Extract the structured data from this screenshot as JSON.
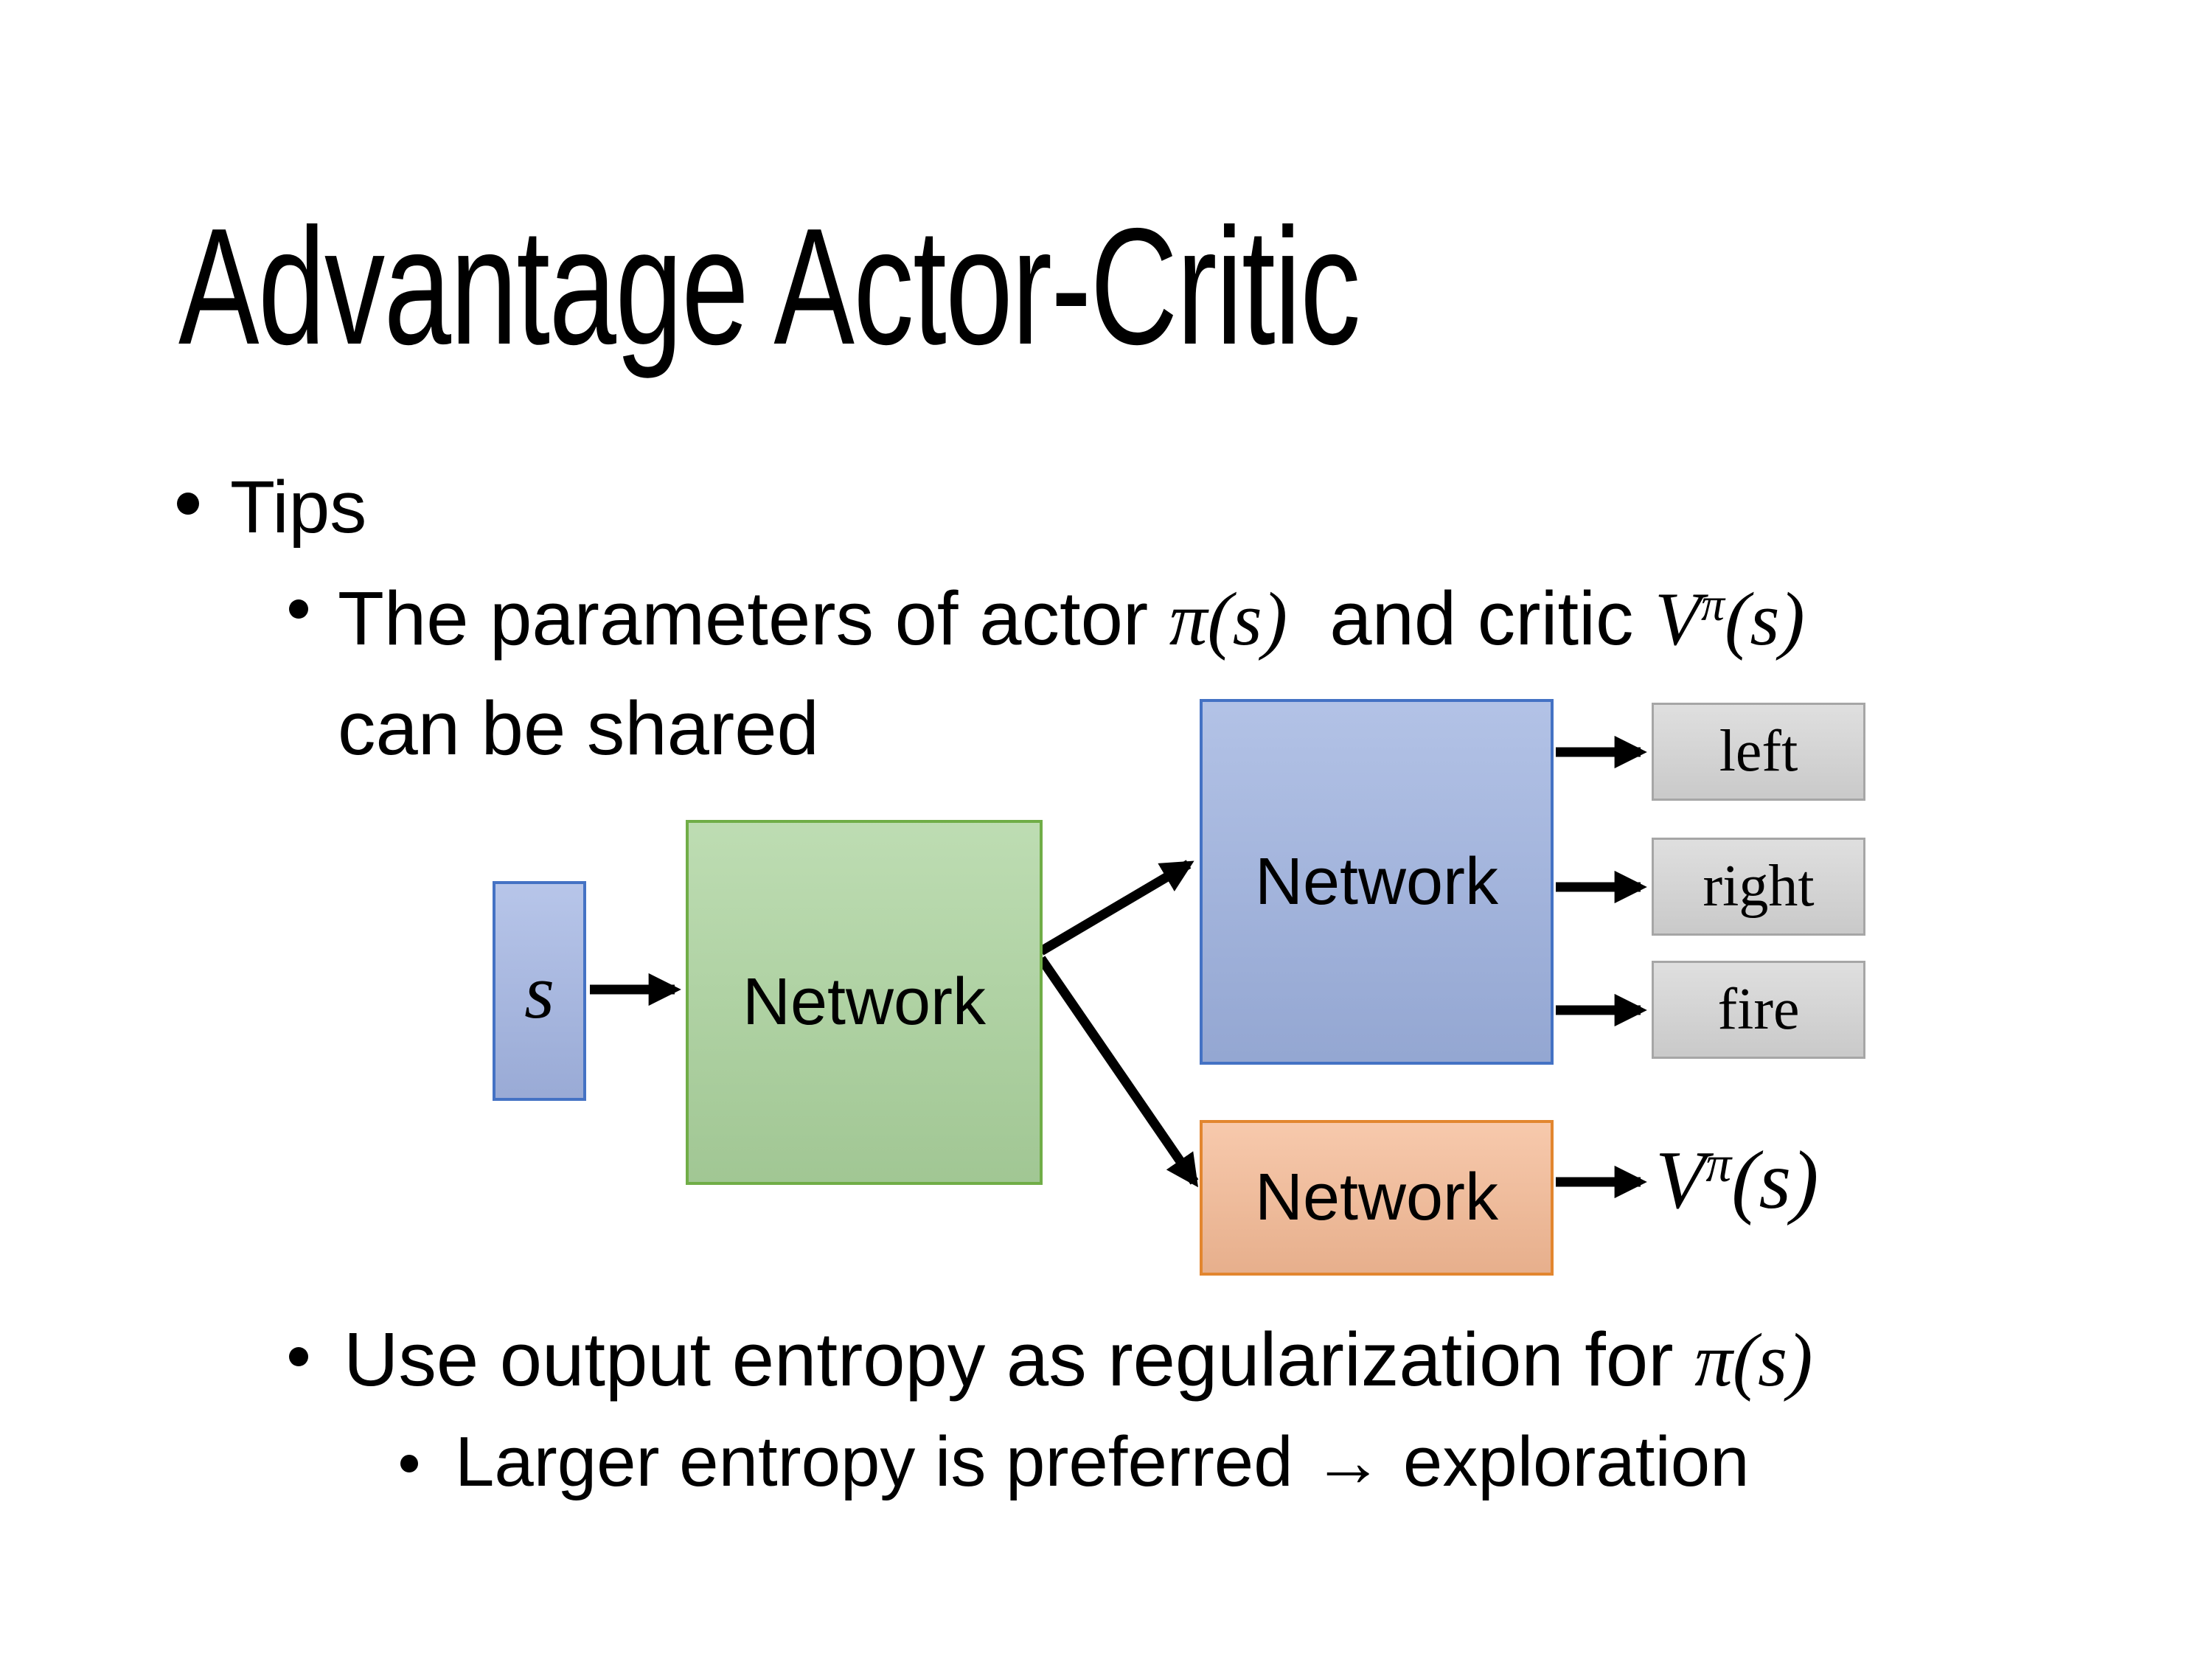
{
  "slide": {
    "title": "Advantage Actor-Critic",
    "tips_label": "Tips",
    "item_shared": {
      "pre": "The parameters of actor ",
      "actor_math": "π(s)",
      "mid": "  and critic ",
      "critic_base": "V",
      "critic_sup": "π",
      "critic_arg": "(s)",
      "line2": "can be shared"
    },
    "item_entropy": {
      "pre": "Use output entropy as regularization for ",
      "math": "π(s)"
    },
    "item_exploration": "Larger entropy is preferred → exploration"
  },
  "diagram": {
    "input_label": "s",
    "shared_network_label": "Network",
    "actor_network_label": "Network",
    "critic_network_label": "Network",
    "actions": [
      "left",
      "right",
      "fire"
    ],
    "critic_output": {
      "base": "V",
      "sup": "π",
      "arg": "(s)"
    },
    "colors": {
      "input_fill": "#A3B5E3",
      "input_border": "#4472C4",
      "shared_fill": "#ABD39D",
      "shared_border": "#70AD47",
      "actor_fill": "#9DB1DF",
      "actor_border": "#4472C4",
      "critic_fill": "#F5BA95",
      "critic_border": "#E2862F",
      "action_fill": "#D6D6D6",
      "action_border": "#A6A6A6",
      "arrow": "#000000"
    }
  }
}
